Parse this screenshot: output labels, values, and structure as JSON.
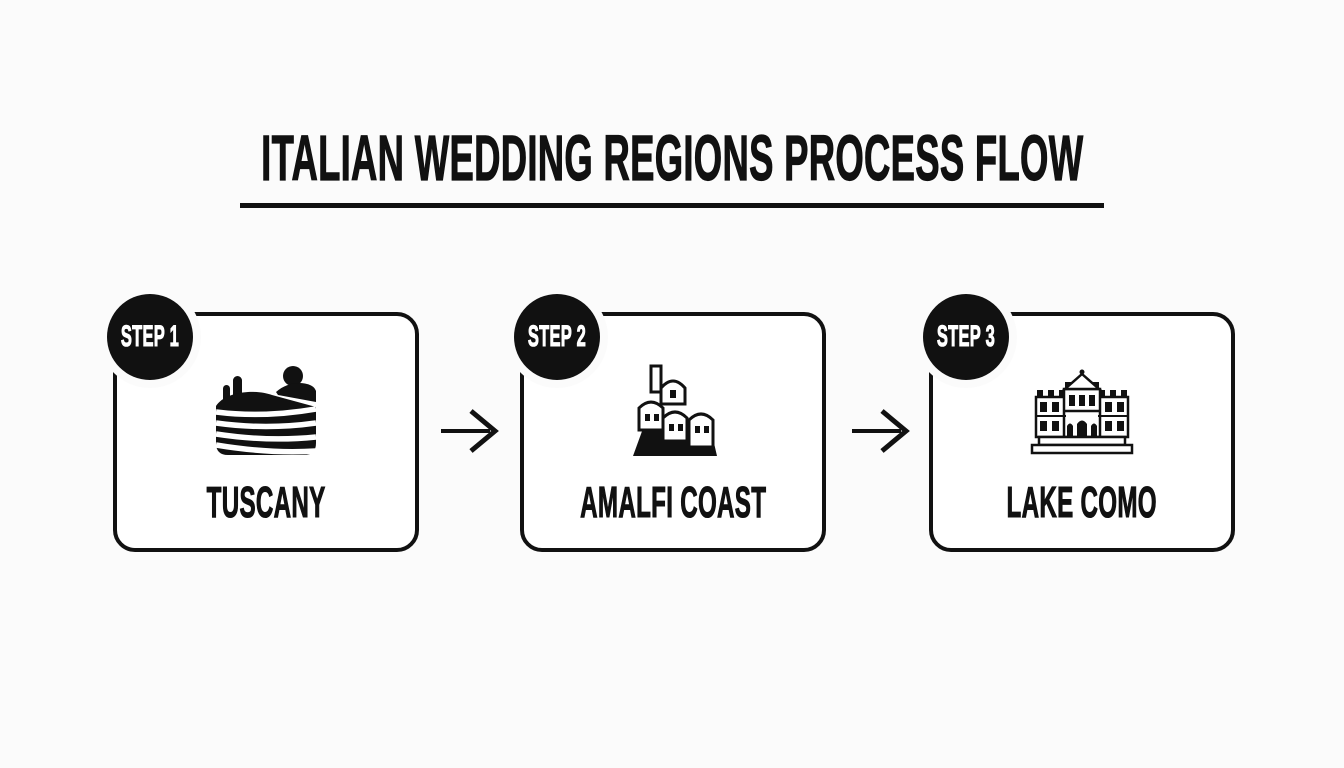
{
  "title": {
    "text": "ITALIAN WEDDING REGIONS PROCESS FLOW"
  },
  "colors": {
    "ink": "#111111",
    "page_bg": "#fbfbfb",
    "card_bg": "#ffffff",
    "badge_bg": "#111111",
    "badge_text": "#ffffff"
  },
  "steps": [
    {
      "badge": "STEP 1",
      "label": "TUSCANY",
      "icon": "tuscany-vineyard-icon"
    },
    {
      "badge": "STEP 2",
      "label": "AMALFI COAST",
      "icon": "amalfi-coast-village-icon"
    },
    {
      "badge": "STEP 3",
      "label": "LAKE COMO",
      "icon": "lake-como-villa-icon"
    }
  ],
  "connectors": [
    {
      "icon": "arrow-right-icon"
    },
    {
      "icon": "arrow-right-icon"
    }
  ]
}
